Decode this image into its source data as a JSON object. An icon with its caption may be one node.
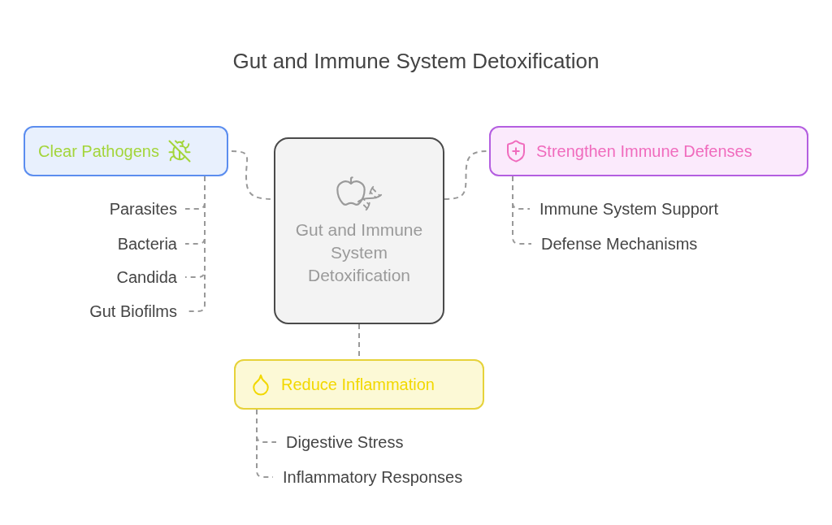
{
  "diagram": {
    "title": "Gut and Immune System Detoxification",
    "nodes": [
      {
        "text": [
          "Gut and Immune System Detoxification"
        ]
      },
      {
        "text": [
          "Clear Pathogens"
        ]
      },
      {
        "text": [
          "Parasites"
        ]
      },
      {
        "text": [
          "Bacteria"
        ]
      },
      {
        "text": [
          "Candida"
        ]
      },
      {
        "text": [
          "Gut Biofilms"
        ]
      },
      {
        "text": [
          "Strengthen Immune Defenses"
        ]
      },
      {
        "text": [
          "Immune System Support"
        ]
      },
      {
        "text": [
          "Defense Mechanisms"
        ]
      },
      {
        "text": [
          "Reduce Inflammation"
        ]
      },
      {
        "text": [
          "Digestive Stress"
        ]
      },
      {
        "text": [
          "Inflammatory Responses"
        ]
      }
    ],
    "edges": [
      {
        "from": 1,
        "to": 0,
        "arrow": "none"
      },
      {
        "from": 0,
        "to": 6,
        "arrow": "none"
      },
      {
        "from": 0,
        "to": 9,
        "arrow": "none"
      },
      {
        "from": 1,
        "to": 2,
        "arrow": "none"
      },
      {
        "from": 1,
        "to": 3,
        "arrow": "none"
      },
      {
        "from": 1,
        "to": 4,
        "arrow": "none"
      },
      {
        "from": 1,
        "to": 5,
        "arrow": "none"
      },
      {
        "from": 6,
        "to": 7,
        "arrow": "none"
      },
      {
        "from": 6,
        "to": 8,
        "arrow": "none"
      },
      {
        "from": 9,
        "to": 10,
        "arrow": "none"
      },
      {
        "from": 9,
        "to": 11,
        "arrow": "none"
      }
    ]
  }
}
